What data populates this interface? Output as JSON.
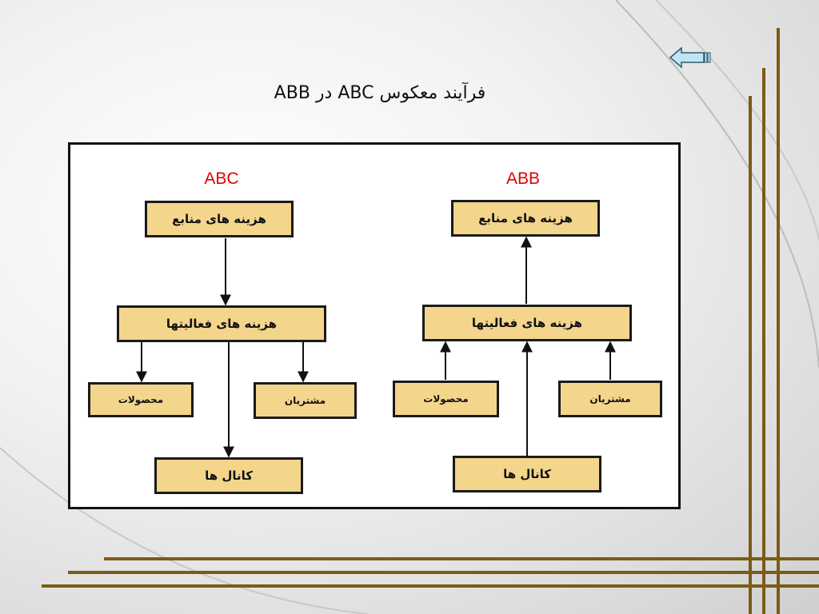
{
  "slide": {
    "title": "فرآیند معکوس  ABC  در  ABB"
  },
  "abc": {
    "heading": "ABC",
    "resource_costs": "هزینه های منابع",
    "activity_costs": "هزینه های فعالیتها",
    "products": "محصولات",
    "customers": "مشتریان",
    "channels": "کانال ها"
  },
  "abb": {
    "heading": "ABB",
    "resource_costs": "هزینه های منابع",
    "activity_costs": "هزینه های فعالیتها",
    "products": "محصولات",
    "customers": "مشتریان",
    "channels": "کانال ها"
  },
  "colors": {
    "box_fill": "#f4d58c",
    "heading_red": "#e00000",
    "gold_lines": "#7a5c14",
    "arrow_fill": "#bfe6f0"
  },
  "icons": {
    "back": "back-arrow-icon"
  }
}
